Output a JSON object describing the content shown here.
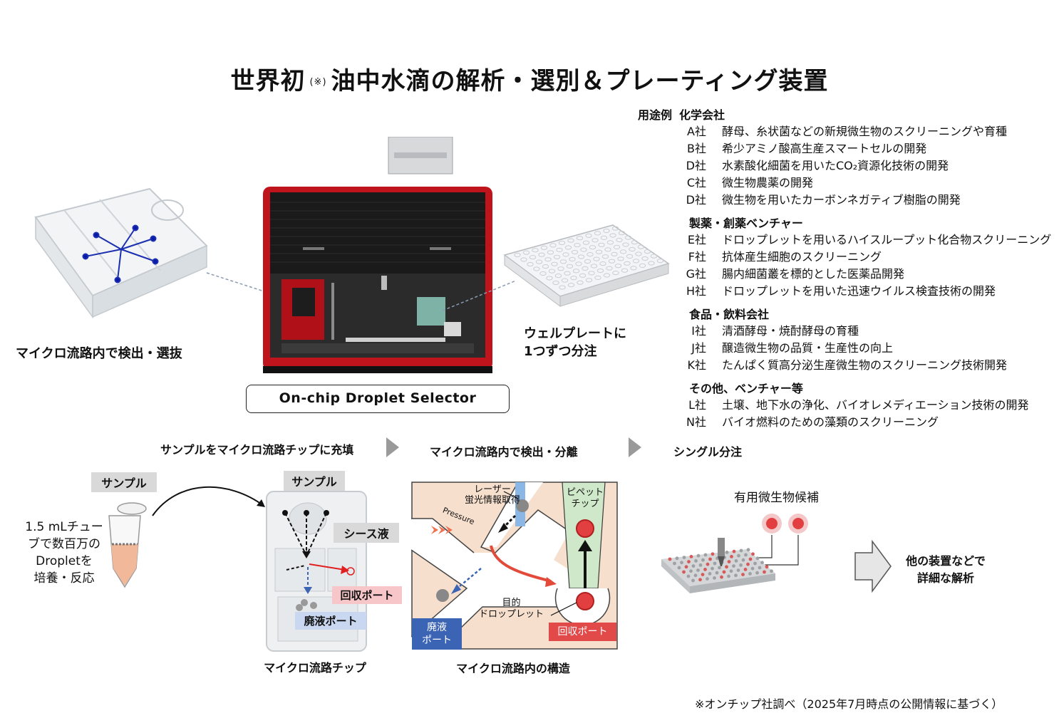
{
  "title": {
    "main_before": "世界初",
    "note_mark": "(※)",
    "main_after": "油中水滴の解析・選別＆プレーティング装置"
  },
  "uses": {
    "heading": "用途例",
    "categories": [
      {
        "name": "化学会社",
        "items": [
          {
            "company": "A社",
            "desc": "酵母、糸状菌などの新規微生物のスクリーニングや育種"
          },
          {
            "company": "B社",
            "desc": "希少アミノ酸高生産スマートセルの開発"
          },
          {
            "company": "D社",
            "desc": "水素酸化細菌を用いたCO₂資源化技術の開発"
          },
          {
            "company": "C社",
            "desc": "微生物農薬の開発"
          },
          {
            "company": "D社",
            "desc": "微生物を用いたカーボンネガティブ樹脂の開発"
          }
        ]
      },
      {
        "name": "製薬・創薬ベンチャー",
        "items": [
          {
            "company": "E社",
            "desc": "ドロップレットを用いるハイスループット化合物スクリーニング"
          },
          {
            "company": "F社",
            "desc": "抗体産生細胞のスクリーニング"
          },
          {
            "company": "G社",
            "desc": "腸内細菌叢を標的とした医薬品開発"
          },
          {
            "company": "H社",
            "desc": "ドロップレットを用いた迅速ウイルス検査技術の開発"
          }
        ]
      },
      {
        "name": "食品・飲料会社",
        "items": [
          {
            "company": "I社",
            "desc": "清酒酵母・焼酎酵母の育種"
          },
          {
            "company": "J社",
            "desc": "醸造微生物の品質・生産性の向上"
          },
          {
            "company": "K社",
            "desc": "たんぱく質高分泌生産微生物のスクリーニング技術開発"
          }
        ]
      },
      {
        "name": "その他、ベンチャー等",
        "items": [
          {
            "company": "L社",
            "desc": "土壌、地下水の浄化、バイオレメディエーション技術の開発"
          },
          {
            "company": "N社",
            "desc": "バイオ燃料のための藻類のスクリーニング"
          }
        ]
      }
    ]
  },
  "labels": {
    "chip_detect": "マイクロ流路内で検出・選抜",
    "wellplate": [
      "ウェルプレートに",
      "1つずつ分注"
    ],
    "product": "On-chip Droplet Selector"
  },
  "steps": [
    "サンプルをマイクロ流路チップに充填",
    "マイクロ流路内で検出・分離",
    "シングル分注"
  ],
  "workflow": {
    "sample_tag": "サンプル",
    "tube_text": [
      "1.5 mLチュー",
      "ブで数百万の",
      "Dropletを",
      "培養・反応"
    ],
    "chip_sample_tag": "サンプル",
    "sheath_tag": "シース液",
    "recovery_tag": "回収ポート",
    "waste_tag": "廃液ポート",
    "chip_caption": "マイクロ流路チップ",
    "structure_caption": "マイクロ流路内の構造",
    "laser_label": [
      "レーザー",
      "蛍光情報取得"
    ],
    "pressure_label": "Pressure",
    "pipette_label": [
      "ピペット",
      "チップ"
    ],
    "target_label": [
      "目的",
      "ドロップレット"
    ],
    "waste_port": [
      "廃液",
      "ポート"
    ],
    "recovery_port": "回収ポート",
    "candidate_label": "有用微生物候補",
    "analysis_label": [
      "他の装置などで",
      "詳細な解析"
    ]
  },
  "footnote": "※オンチップ社調べ（2025年7月時点の公開情報に基づく）",
  "colors": {
    "machine_red": "#c0141c",
    "machine_black": "#1a1a1a",
    "droplet_red": "#e24040",
    "waste_blue": "#3c64b4",
    "channel_peach": "#f7dfcd"
  }
}
